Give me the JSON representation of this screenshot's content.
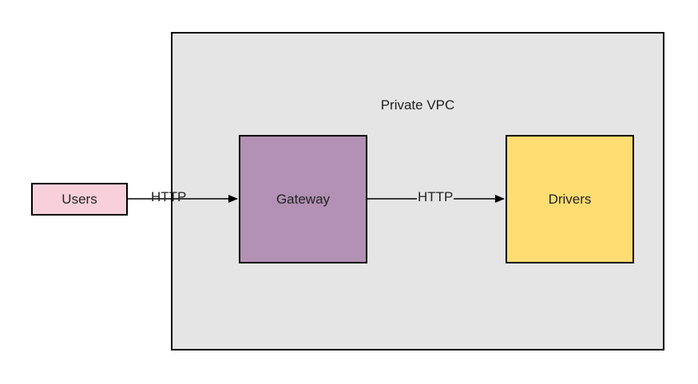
{
  "diagram": {
    "container": {
      "label": "Private VPC",
      "fill": "#e5e5e5"
    },
    "nodes": [
      {
        "id": "users",
        "label": "Users",
        "fill": "#f8d0dc"
      },
      {
        "id": "gateway",
        "label": "Gateway",
        "fill": "#b291b4"
      },
      {
        "id": "drivers",
        "label": "Drivers",
        "fill": "#ffdd73"
      }
    ],
    "edges": [
      {
        "from": "users",
        "to": "gateway",
        "label": "HTTP"
      },
      {
        "from": "gateway",
        "to": "drivers",
        "label": "HTTP"
      }
    ]
  }
}
